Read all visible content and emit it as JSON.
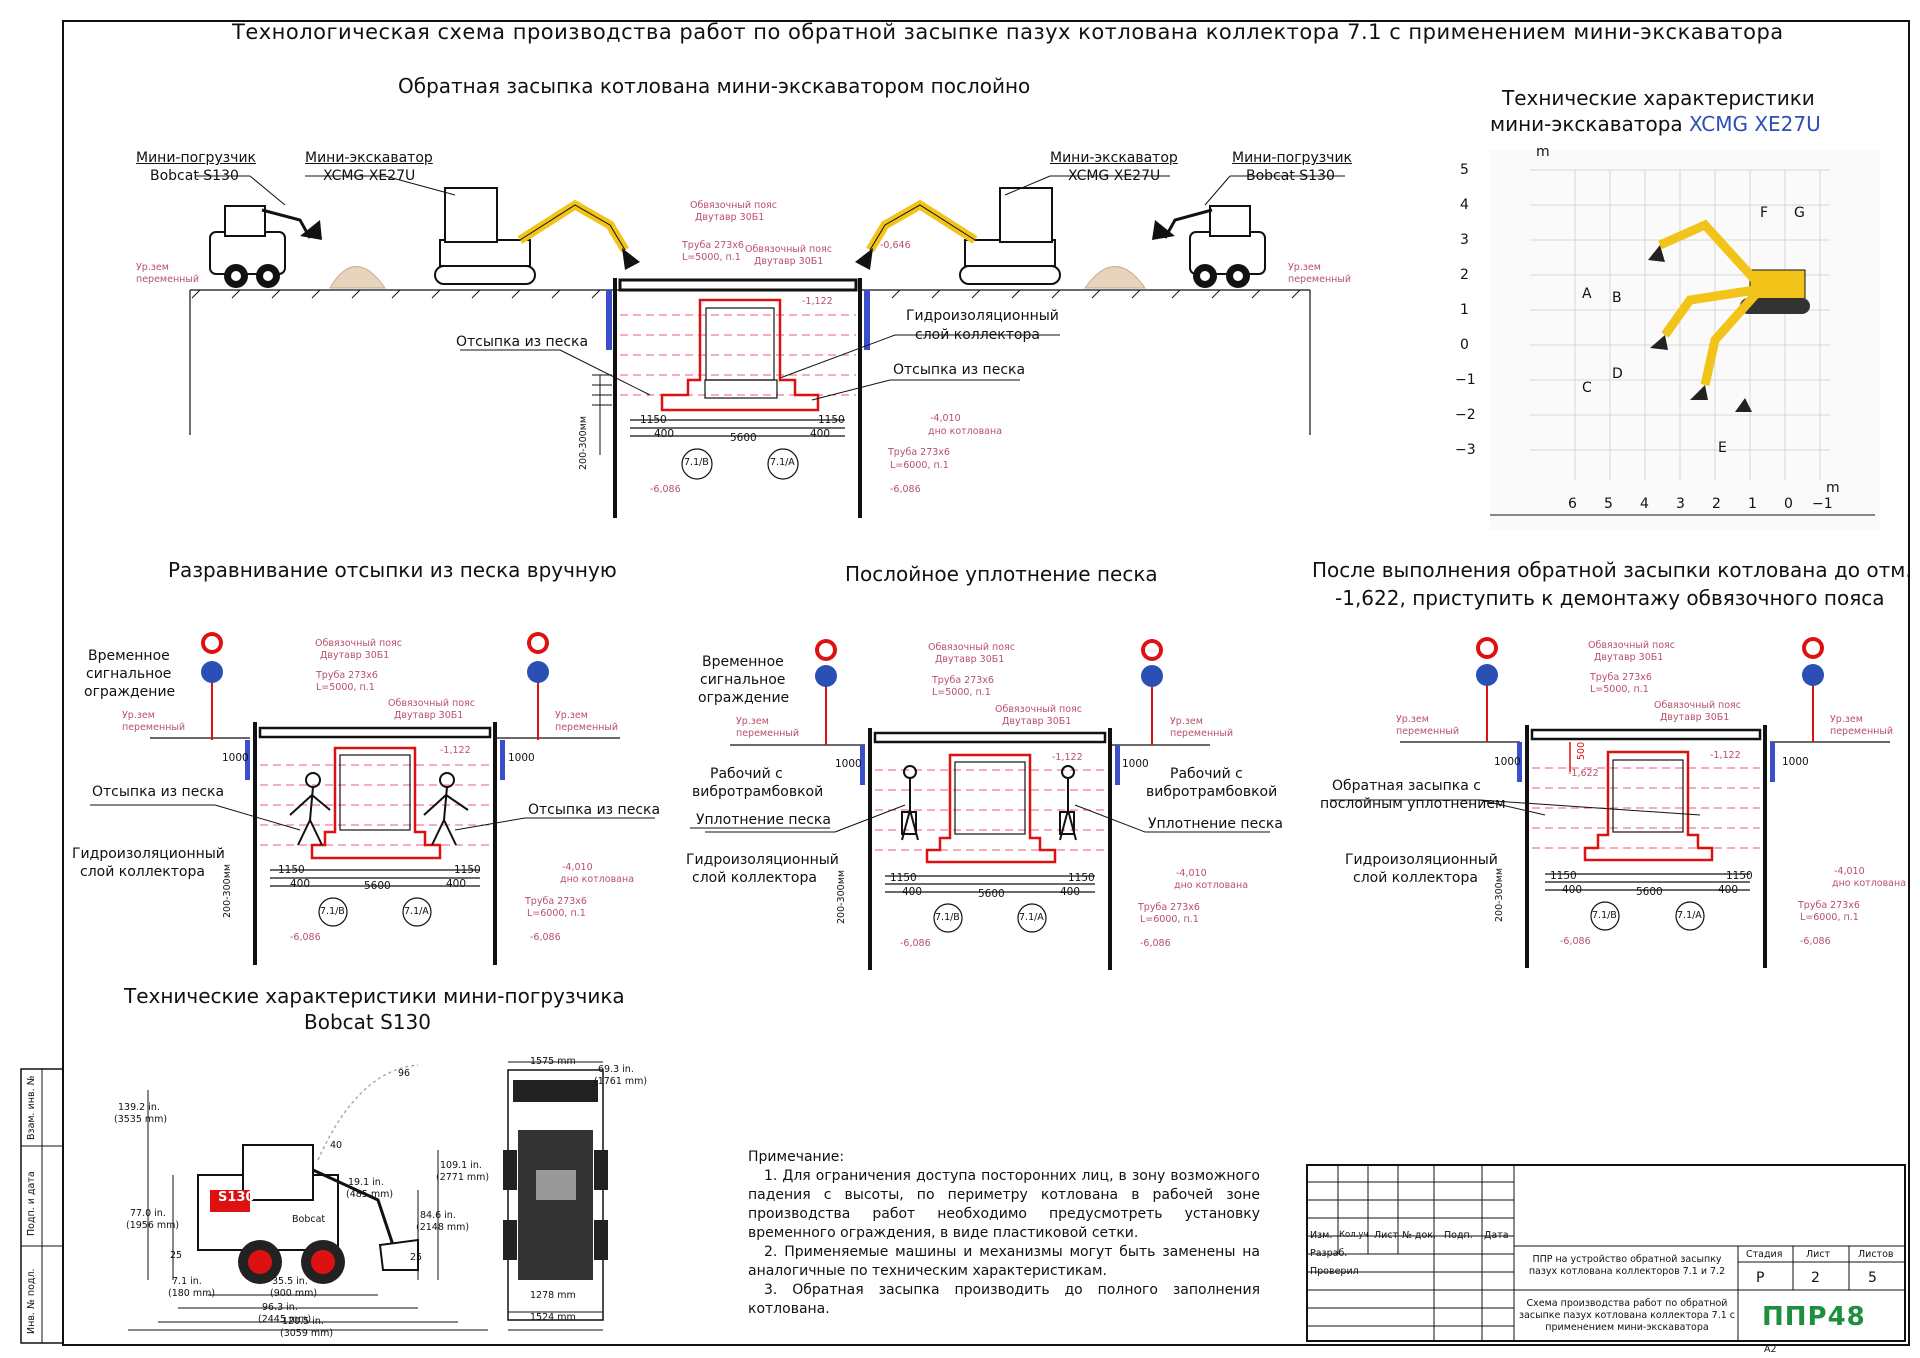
{
  "title": "Технологическая схема производства работ по обратной засыпке пазух котлована коллектора 7.1 с применением мини-экскаватора",
  "top_section": {
    "title": "Обратная засыпка котлована мини-экскаватором послойно",
    "loader_left": {
      "name": "Мини-погрузчик",
      "model": "Bobcat S130"
    },
    "excavator_left": {
      "name": "Мини-экскаватор",
      "model": "XCMG XE27U"
    },
    "excavator_right": {
      "name": "Мини-экскаватор",
      "model": "XCMG XE27U"
    },
    "loader_right": {
      "name": "Мини-погрузчик",
      "model": "Bobcat S130"
    },
    "ground_left_1": "Ур.зем",
    "ground_left_2": "переменный",
    "ground_right_1": "Ур.зем",
    "ground_right_2": "переменный",
    "belt1_1": "Обвязочный пояс",
    "belt1_2": "Двутавр 30Б1",
    "pipe1_1": "Труба 273х6",
    "pipe1_2": "L=5000, п.1",
    "belt2_1": "Обвязочный пояс",
    "belt2_2": "Двутавр 30Б1",
    "mark_0646": "-0,646",
    "mark_1122": "-1,122",
    "waterproof_1": "Гидроизоляционный",
    "waterproof_2": "слой коллектора",
    "sand_left": "Отсыпка из песка",
    "sand_right": "Отсыпка из песка",
    "dim_1150_l": "1150",
    "dim_1150_r": "1150",
    "dim_400_l": "400",
    "dim_400_r": "400",
    "dim_5600": "5600",
    "mark_4010": "-4,010",
    "bottom": "дно котлована",
    "pipe2_1": "Труба 273х6",
    "pipe2_2": "L=6000, п.1",
    "axis_b": "7.1/В",
    "axis_a": "7.1/А",
    "layer": "200-300мм",
    "mark_6086_l": "-6,086",
    "mark_6086_r": "-6,086"
  },
  "excavator_specs": {
    "title_1": "Технические характеристики",
    "title_2": "мини-экскаватора",
    "model": "XCMG XE27U",
    "y_unit": "m",
    "x_unit": "m",
    "y_ticks": [
      "5",
      "4",
      "3",
      "2",
      "1",
      "0",
      "−1",
      "−2",
      "−3"
    ],
    "x_ticks": [
      "6",
      "5",
      "4",
      "3",
      "2",
      "1",
      "0",
      "−1"
    ],
    "letters": {
      "a": "A",
      "b": "B",
      "c": "C",
      "d": "D",
      "e": "E",
      "f": "F",
      "g": "G"
    }
  },
  "panels": [
    {
      "title": "Разравнивание отсыпки из песка вручную",
      "fence_1": "Временное",
      "fence_2": "сигнальное",
      "fence_3": "ограждение",
      "label_left": "Отсыпка из песка",
      "label_right": "Отсыпка из песка",
      "wp_1": "Гидроизоляционный",
      "wp_2": "слой  коллектора",
      "dim_1000_l": "1000",
      "dim_1000_r": "1000",
      "mark_1622": ""
    },
    {
      "title": "Послойное уплотнение песка",
      "fence_1": "Временное",
      "fence_2": "сигнальное",
      "fence_3": "ограждение",
      "label_left": "Рабочий с",
      "label_left_2": "вибротрамбовкой",
      "label_right": "Рабочий с",
      "label_right_2": "вибротрамбовкой",
      "compact_l": "Уплотнение песка",
      "compact_r": "Уплотнение песка",
      "wp_1": "Гидроизоляционный",
      "wp_2": "слой коллектора",
      "dim_1000_l": "1000",
      "dim_1000_r": "1000"
    },
    {
      "title_1": "После выполнения обратной засыпки котлована до отм.",
      "title_2": "-1,622, приступить к демонтажу обвязочного пояса",
      "backfill_1": "Обратная засыпка с",
      "backfill_2": "послойным уплотнением",
      "wp_1": "Гидроизоляционный",
      "wp_2": "слой коллектора",
      "dim_1000_l": "1000",
      "dim_1000_r": "1000",
      "mark_1622": "-1,622",
      "dim_500": "500"
    }
  ],
  "common_small": {
    "ground_1": "Ур.зем",
    "ground_2": "переменный",
    "belt_1": "Обвязочный пояс",
    "belt_2": "Двутавр 30Б1",
    "pipe_1": "Труба 273х6",
    "pipe_2": "L=5000, п.1",
    "pipe6_1": "Труба 273х6",
    "pipe6_2": "L=6000, п.1",
    "mark_1122": "-1,122",
    "mark_4010": "-4,010",
    "bottom": "дно котлована",
    "dim_1150": "1150",
    "dim_400": "400",
    "dim_5600": "5600",
    "axis_b": "7.1/В",
    "axis_a": "7.1/А",
    "layer": "200-300мм",
    "mark_6086": "-6,086"
  },
  "loader_specs": {
    "title_1": "Технические характеристики мини-погрузчика",
    "title_2": "Bobcat S130",
    "dims": {
      "h_total": "139.2 in.",
      "h_total_mm": "(3535 mm)",
      "h_cab": "77.0 in.",
      "h_cab_mm": "(1956 mm)",
      "h_pin": "109.1 in.",
      "h_pin_mm": "(2771 mm)",
      "h_dump": "84.6 in.",
      "h_dump_mm": "(2148 mm)",
      "reach": "19.1 in.",
      "reach_mm": "(485 mm)",
      "ground": "7.1 in.",
      "ground_mm": "(180 mm)",
      "wb": "35.5 in.",
      "wb_mm": "(900 mm)",
      "len": "96.3 in.",
      "len_mm": "(2445 mm)",
      "len_b": "120.5 in.",
      "len_b_mm": "(3059 mm)",
      "ang_96": "96",
      "ang_40": "40",
      "ang_25a": "25",
      "ang_25b": "25",
      "w_top": "1575 mm",
      "w_right": "69.3 in.",
      "w_right_mm": "(1761 mm)",
      "w_tread": "1278 mm",
      "w_total": "1524 mm",
      "logo": "S130",
      "brand": "Bobcat"
    }
  },
  "notes": {
    "head": "Примечание:",
    "n1": "1. Для ограничения доступа посторонних лиц, в зону возможного падения с высоты, по периметру котлована в рабочей зоне производства работ необходимо предусмотреть установку временного ограждения, в виде пластиковой сетки.",
    "n2": "2. Применяемые машины и механизмы могут быть заменены на аналогичные по техническим характеристикам.",
    "n3": "3. Обратная засыпка производить до полного заполнения котлована."
  },
  "side_stamp": {
    "s1": "Взам. инв. №",
    "s2": "Подп. и дата",
    "s3": "Инв. № подл."
  },
  "stamp": {
    "cols": [
      "Изм.",
      "Кол.уч",
      "Лист",
      "№ док.",
      "Подп.",
      "Дата"
    ],
    "dev": "Разраб.",
    "check": "Проверил",
    "project": "ППР на устройство обратной засыпку пазух котлована коллекторов 7.1 и 7.2",
    "stage_h": "Стадия",
    "sheet_h": "Лист",
    "sheets_h": "Листов",
    "stage": "Р",
    "sheet": "2",
    "sheets": "5",
    "sheet_title": "Схема производства работ по обратной засыпке пазух котлована коллектора 7.1 с применением мини-экскаватора",
    "logo": "ППР48",
    "format": "А2"
  },
  "colors": {
    "red": "#d11111",
    "dim_red": "#b8506a",
    "yellow": "#f2c318",
    "green": "#1e8f3e",
    "blue": "#2a4fb5"
  }
}
